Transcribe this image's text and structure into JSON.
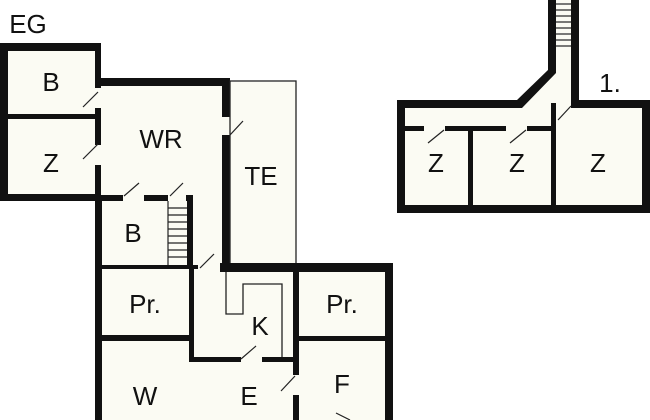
{
  "floors": {
    "ground": {
      "title": "EG",
      "rooms": {
        "b_top": "B",
        "z": "Z",
        "wr": "WR",
        "te": "TE",
        "b_mid": "B",
        "pr_left": "Pr.",
        "k": "K",
        "pr_right": "Pr.",
        "w": "W",
        "e": "E",
        "f": "F"
      }
    },
    "first": {
      "title": "1.",
      "rooms": {
        "z1": "Z",
        "z2": "Z",
        "z3": "Z"
      }
    }
  },
  "colors": {
    "wall": "#111111",
    "floor": "#fbfbf3"
  }
}
